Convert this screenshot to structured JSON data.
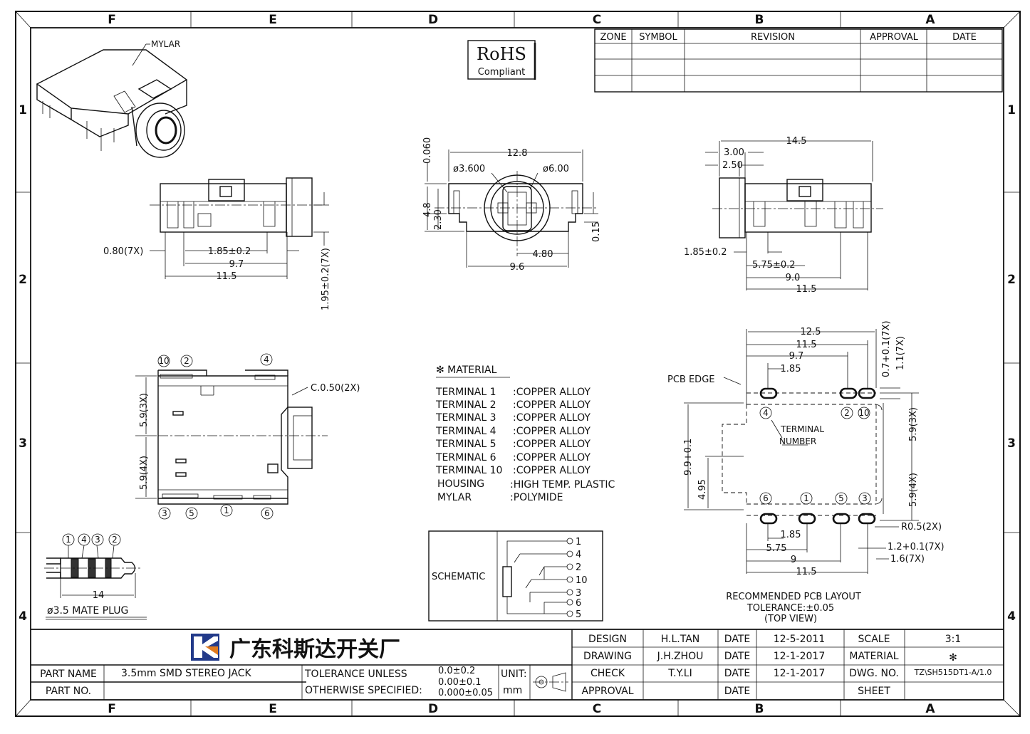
{
  "zone_letters": [
    "F",
    "E",
    "D",
    "C",
    "B",
    "A"
  ],
  "zone_numbers": [
    "1",
    "2",
    "3",
    "4"
  ],
  "rohs": {
    "title": "RoHS",
    "subtitle": "Compliant"
  },
  "revision_table": {
    "headers": [
      "ZONE",
      "SYMBOL",
      "REVISION",
      "APPROVAL",
      "DATE"
    ]
  },
  "iso_view": {
    "mylar_label": "MYLAR"
  },
  "side_view": {
    "d1": "0.80(7X)",
    "d2": "1.85±0.2",
    "d3": "9.7",
    "d4": "11.5",
    "d5": "1.95±0.2(7X)"
  },
  "front_view": {
    "d1": "12.8",
    "d2": "ø3.600",
    "d3": "ø6.00",
    "d4": "0.060",
    "d5": "4.8",
    "d6": "2.30",
    "d7": "0.15",
    "d8": "4.80",
    "d9": "9.6"
  },
  "right_view": {
    "d1": "14.5",
    "d2": "3.00",
    "d3": "2.50",
    "d4": "1.85±0.2",
    "d5": "5.75±0.2",
    "d6": "9.0",
    "d7": "11.5"
  },
  "top_view": {
    "chamfer": "C.0.50(2X)",
    "d1": "5.9(3X)",
    "d2": "5.9(4X)",
    "pins_top": [
      "10",
      "2",
      "4"
    ],
    "pins_bottom": [
      "3",
      "5",
      "1",
      "6"
    ]
  },
  "plug": {
    "pins": [
      "1",
      "4",
      "3",
      "2"
    ],
    "len": "14",
    "title": "ø3.5 MATE PLUG"
  },
  "material": {
    "heading": "✻ MATERIAL",
    "rows": [
      [
        "TERMINAL 1",
        ":COPPER ALLOY"
      ],
      [
        "TERMINAL 2",
        ":COPPER ALLOY"
      ],
      [
        "TERMINAL 3",
        ":COPPER ALLOY"
      ],
      [
        "TERMINAL 4",
        ":COPPER ALLOY"
      ],
      [
        "TERMINAL 5",
        ":COPPER ALLOY"
      ],
      [
        "TERMINAL 6",
        ":COPPER ALLOY"
      ],
      [
        "TERMINAL 10",
        ":COPPER ALLOY"
      ],
      [
        "HOUSING",
        ":HIGH TEMP. PLASTIC"
      ],
      [
        "MYLAR",
        ":POLYMIDE"
      ]
    ]
  },
  "schematic": {
    "label": "SCHEMATIC",
    "pins": [
      "1",
      "4",
      "2",
      "10",
      "3",
      "6",
      "5"
    ]
  },
  "pcb": {
    "pcb_edge": "PCB EDGE",
    "terminal": "TERMINAL",
    "number": "NUMBER",
    "d_top": [
      "12.5",
      "11.5",
      "9.7",
      "1.85"
    ],
    "d_right_top": [
      "0.7+0.1(7X)",
      "1.1(7X)"
    ],
    "d_side": [
      "5.9(3X)",
      "5.9(4X)"
    ],
    "d_left": [
      "9.9+0.1",
      "4.95"
    ],
    "d_bottom": [
      "1.85",
      "5.75",
      "9",
      "11.5"
    ],
    "d_right_bottom": [
      "R0.5(2X)",
      "1.2+0.1(7X)",
      "1.6(7X)"
    ],
    "pins_top": [
      "4",
      "2",
      "10"
    ],
    "pins_bottom": [
      "6",
      "1",
      "5",
      "3"
    ],
    "caption": [
      "RECOMMENDED PCB LAYOUT",
      "TOLERANCE:±0.05",
      "(TOP VIEW)"
    ]
  },
  "title_block": {
    "company": "广东科斯达开关厂",
    "part_name_label": "PART NAME",
    "part_name": "3.5mm SMD STEREO JACK",
    "part_no_label": "PART NO.",
    "tol_1": "TOLERANCE UNLESS",
    "tol_2": "OTHERWISE SPECIFIED:",
    "tol_v1": "0.0±0.2",
    "tol_v2": "0.00±0.1",
    "tol_v3": "0.000±0.05",
    "unit_label": "UNIT:",
    "unit": "mm",
    "design_label": "DESIGN",
    "design_name": "H.L.TAN",
    "date_label": "DATE",
    "design_date": "12-5-2011",
    "drawing_label": "DRAWING",
    "drawing_name": "J.H.ZHOU",
    "drawing_date": "12-1-2017",
    "check_label": "CHECK",
    "check_name": "T.Y.LI",
    "check_date": "12-1-2017",
    "approval_label": "APPROVAL",
    "scale_label": "SCALE",
    "scale": "3:1",
    "material_label": "MATERIAL",
    "material": "✻",
    "dwg_label": "DWG. NO.",
    "dwg_no": "TZ\\SH515DT1-A/1.0",
    "sheet_label": "SHEET"
  }
}
